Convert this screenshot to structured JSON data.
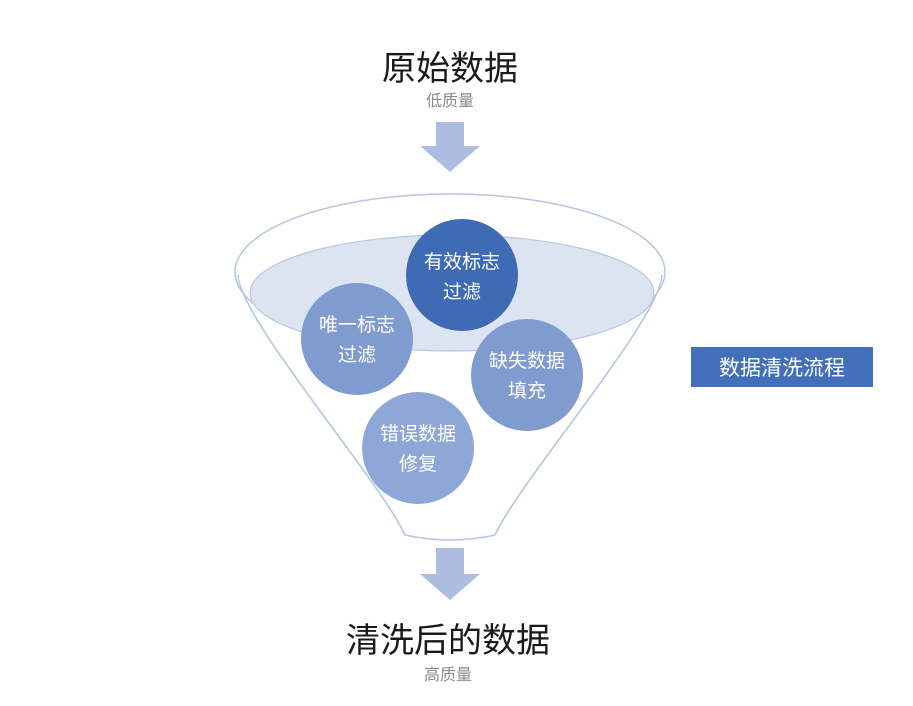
{
  "top": {
    "title": "原始数据",
    "subtitle": "低质量"
  },
  "bottom": {
    "title": "清洗后的数据",
    "subtitle": "高质量"
  },
  "steps": [
    {
      "line1": "有效标志",
      "line2": "过滤",
      "color": "#3e6bb3"
    },
    {
      "line1": "唯一标志",
      "line2": "过滤",
      "color": "#7f9bd0"
    },
    {
      "line1": "缺失数据",
      "line2": "填充",
      "color": "#7f9bd0"
    },
    {
      "line1": "错误数据",
      "line2": "修复",
      "color": "#8fa7d6"
    }
  ],
  "side_label": "数据清洗流程",
  "colors": {
    "arrow": "#aebcdf",
    "funnel_stroke": "#b8c6e2",
    "funnel_rim_fill": "#dde4f1",
    "label_bg": "#4470bb"
  }
}
